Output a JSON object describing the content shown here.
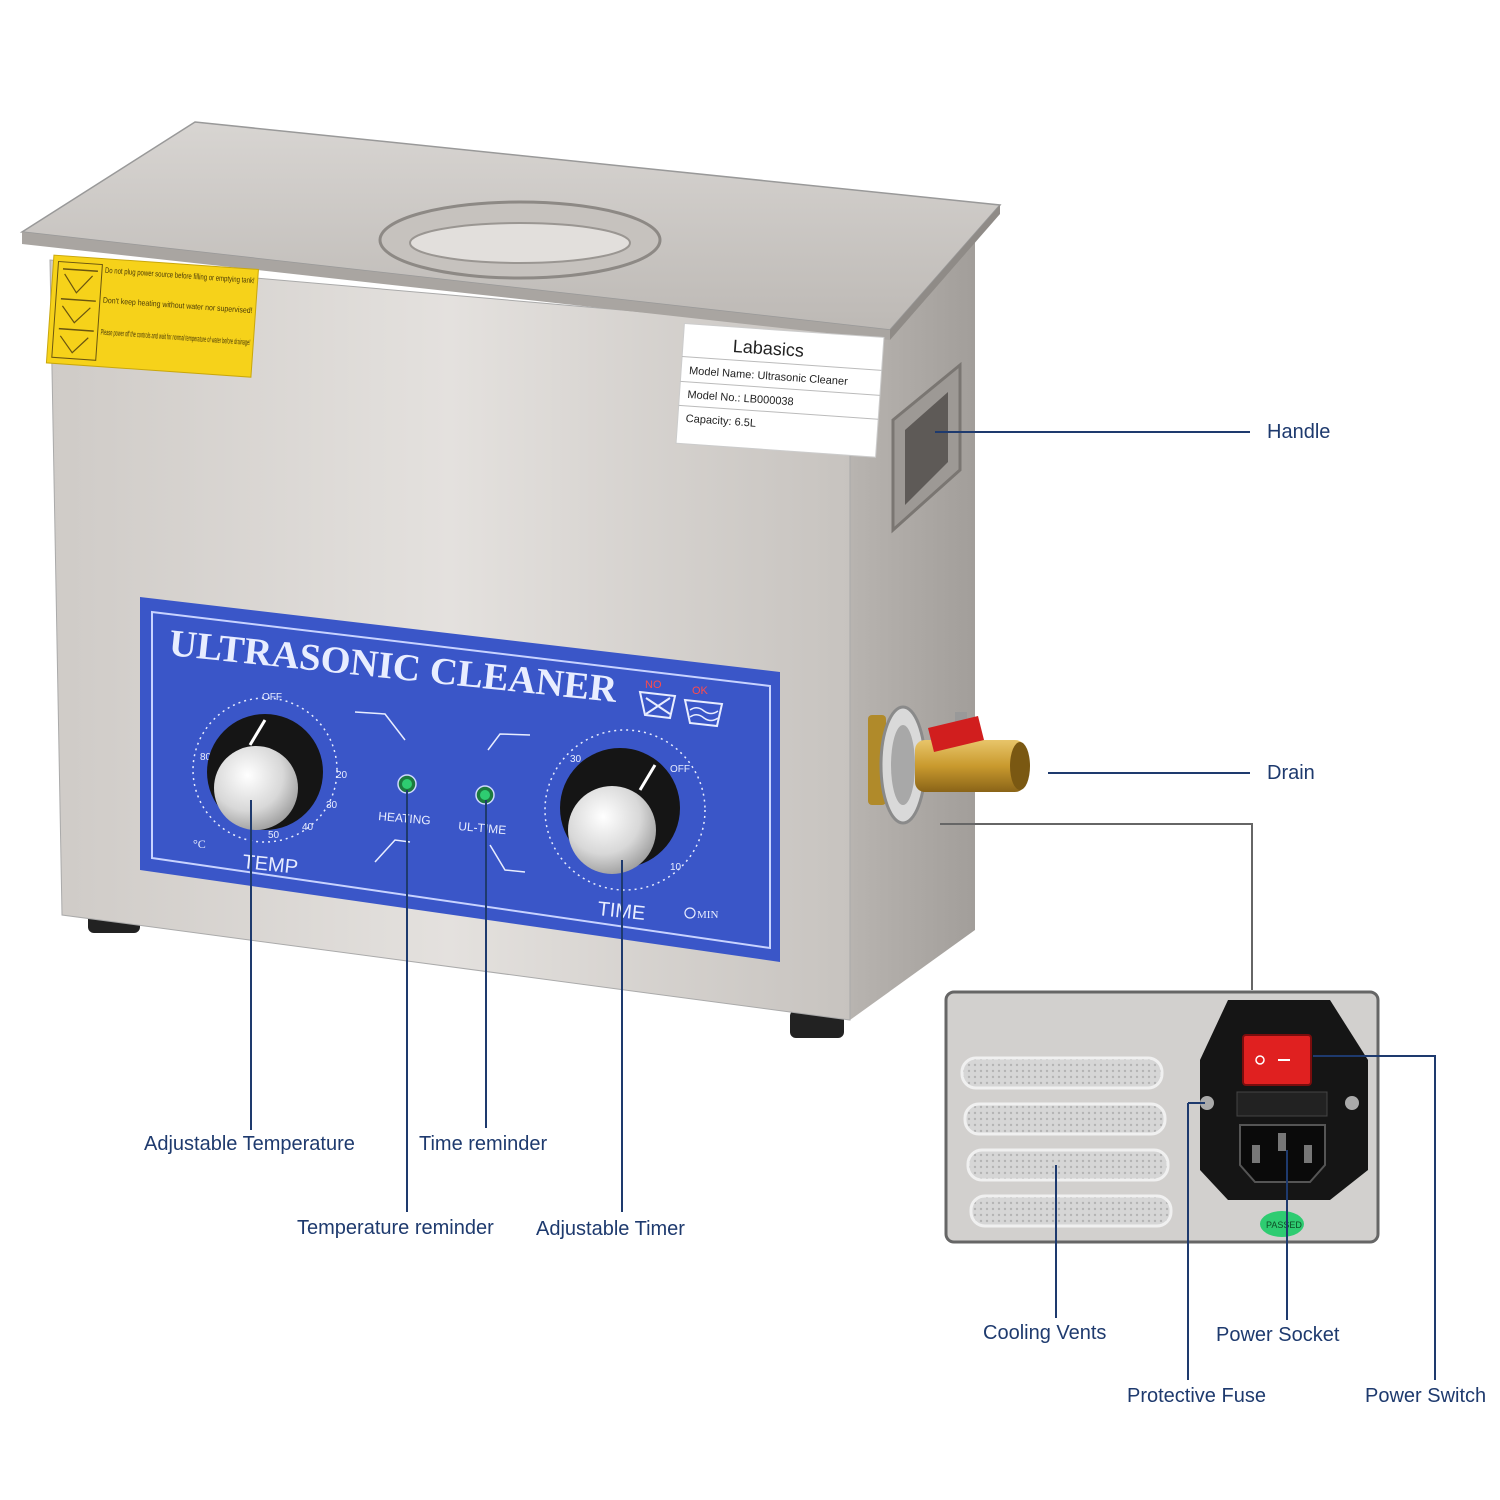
{
  "warning_label": {
    "lines": [
      "Do not plug power source before filling or emptying tank!",
      "Don't keep heating without water nor supervised!",
      "Please power off the controls and wait for normal temperature of water before drainage!"
    ]
  },
  "info_label": {
    "brand": "Labasics",
    "model_name": "Model Name: Ultrasonic Cleaner",
    "model_no": "Model No.: LB000038",
    "capacity": "Capacity: 6.5L"
  },
  "control_panel": {
    "title": "ULTRASONIC CLEANER",
    "temp_label": "TEMP",
    "time_label": "TIME",
    "heating_label": "HEATING",
    "ul_time_label": "UL-TIME",
    "temp_unit": "°C",
    "time_unit": "MIN",
    "temp_ticks": [
      "OFF",
      "80",
      "20",
      "30",
      "40",
      "50"
    ],
    "time_ticks": [
      "30",
      "OFF",
      "10"
    ]
  },
  "inset": {
    "passed_badge": "PASSED"
  },
  "callouts": {
    "handle": "Handle",
    "drain": "Drain",
    "adjustable_temperature": "Adjustable Temperature",
    "time_reminder": "Time reminder",
    "temperature_reminder": "Temperature reminder",
    "adjustable_timer": "Adjustable Timer",
    "cooling_vents": "Cooling Vents",
    "power_socket": "Power Socket",
    "protective_fuse": "Protective Fuse",
    "power_switch": "Power Switch"
  },
  "colors": {
    "steel": "#d9d6d3",
    "panel_blue": "#3a56c8",
    "callout_text": "#1e3a6e",
    "warning_yellow": "#f6d21a",
    "switch_red": "#e02020",
    "indicator_green": "#2ecc71"
  }
}
